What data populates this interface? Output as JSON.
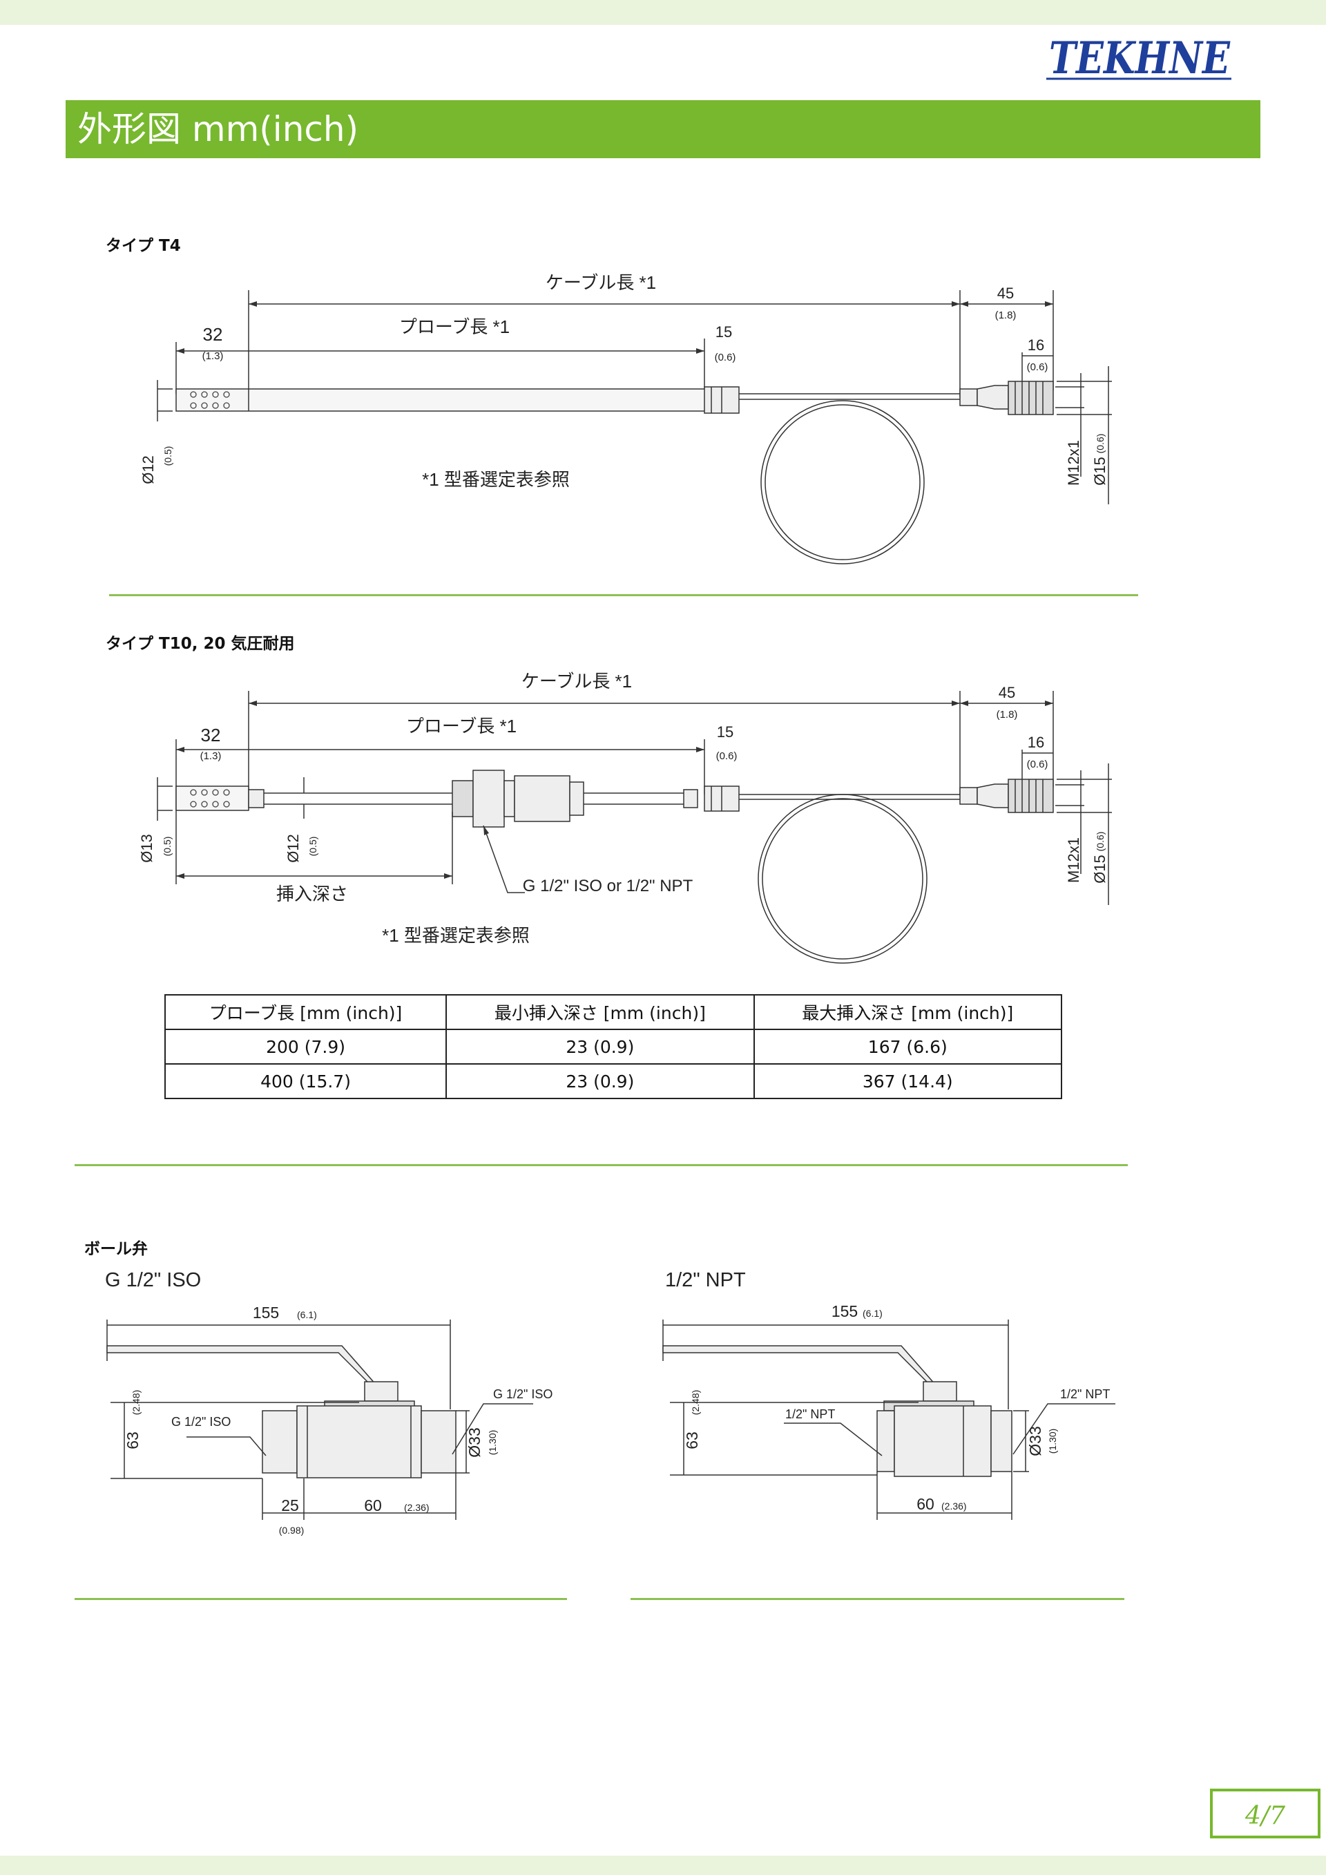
{
  "brand": {
    "logo_text": "TEKHNE",
    "logo_color": "#1f3f9c"
  },
  "header": {
    "title": "外形図 mm(inch)",
    "banner_color": "#77b82e"
  },
  "t4": {
    "title": "タイプ T4",
    "cable_length": "ケーブル長 *1",
    "probe_length": "プローブ長 *1",
    "dim_32": "32",
    "dim_32_in": "(1.3)",
    "dim_15": "15",
    "dim_15_in": "(0.6)",
    "dim_45": "45",
    "dim_45_in": "(1.8)",
    "dim_16": "16",
    "dim_16_in": "(0.6)",
    "dia_12": "Ø12",
    "dia_12_in": "(0.5)",
    "thread": "M12x1",
    "dia_15": "Ø15",
    "dia_15_in": "(0.6)",
    "note": "*1 型番選定表参照"
  },
  "t10": {
    "title": "タイプ T10, 20 気圧耐用",
    "cable_length": "ケーブル長 *1",
    "probe_length": "プローブ長 *1",
    "dim_32": "32",
    "dim_32_in": "(1.3)",
    "dim_15": "15",
    "dim_15_in": "(0.6)",
    "dim_45": "45",
    "dim_45_in": "(1.8)",
    "dim_16": "16",
    "dim_16_in": "(0.6)",
    "dia_13": "Ø13",
    "dia_13_in": "(0.5)",
    "dia_12": "Ø12",
    "dia_12_in": "(0.5)",
    "insertion": "挿入深さ",
    "fitting": "G 1/2\" ISO or 1/2\" NPT",
    "thread": "M12x1",
    "dia_15": "Ø15",
    "dia_15_in": "(0.6)",
    "note": "*1 型番選定表参照"
  },
  "table": {
    "headers": [
      "プローブ長 [mm (inch)]",
      "最小挿入深さ [mm (inch)]",
      "最大挿入深さ [mm (inch)]"
    ],
    "rows": [
      [
        "200 (7.9)",
        "23 (0.9)",
        "167 (6.6)"
      ],
      [
        "400 (15.7)",
        "23 (0.9)",
        "367 (14.4)"
      ]
    ]
  },
  "valve": {
    "title": "ボール弁",
    "iso": {
      "title": "G 1/2\" ISO",
      "dim_155": "155",
      "dim_155_in": "(6.1)",
      "dim_63": "63",
      "dim_63_in": "(2.48)",
      "port_left": "G 1/2\" ISO",
      "port_right": "G 1/2\" ISO",
      "dia_33": "Ø33",
      "dia_33_in": "(1.30)",
      "dim_25": "25",
      "dim_25_in": "(0.98)",
      "dim_60": "60",
      "dim_60_in": "(2.36)"
    },
    "npt": {
      "title": "1/2\" NPT",
      "dim_155": "155",
      "dim_155_in": "(6.1)",
      "dim_63": "63",
      "dim_63_in": "(2.48)",
      "port_left": "1/2\" NPT",
      "port_right": "1/2\" NPT",
      "dia_33": "Ø33",
      "dia_33_in": "(1.30)",
      "dim_60": "60",
      "dim_60_in": "(2.36)"
    }
  },
  "footer": {
    "page": "4/7"
  }
}
